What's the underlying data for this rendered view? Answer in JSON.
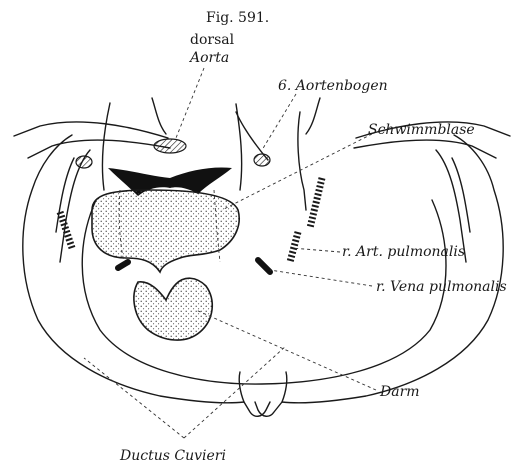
{
  "figure": {
    "number": "Fig. 591.",
    "orientation": "dorsal"
  },
  "labels": {
    "aorta": "Aorta",
    "aortic_arch": "6. Aortenbogen",
    "swim_bladder": "Schwimmblase",
    "pulmonary_artery": "r. Art. pulmonalis",
    "pulmonary_vein": "r. Vena pulmonalis",
    "gut": "Darm",
    "cuvier_ducts": "Ductus Cuvieri"
  },
  "colors": {
    "ink": "#1a1a1a",
    "stipple": "#3a3a3a",
    "background": "#ffffff"
  }
}
